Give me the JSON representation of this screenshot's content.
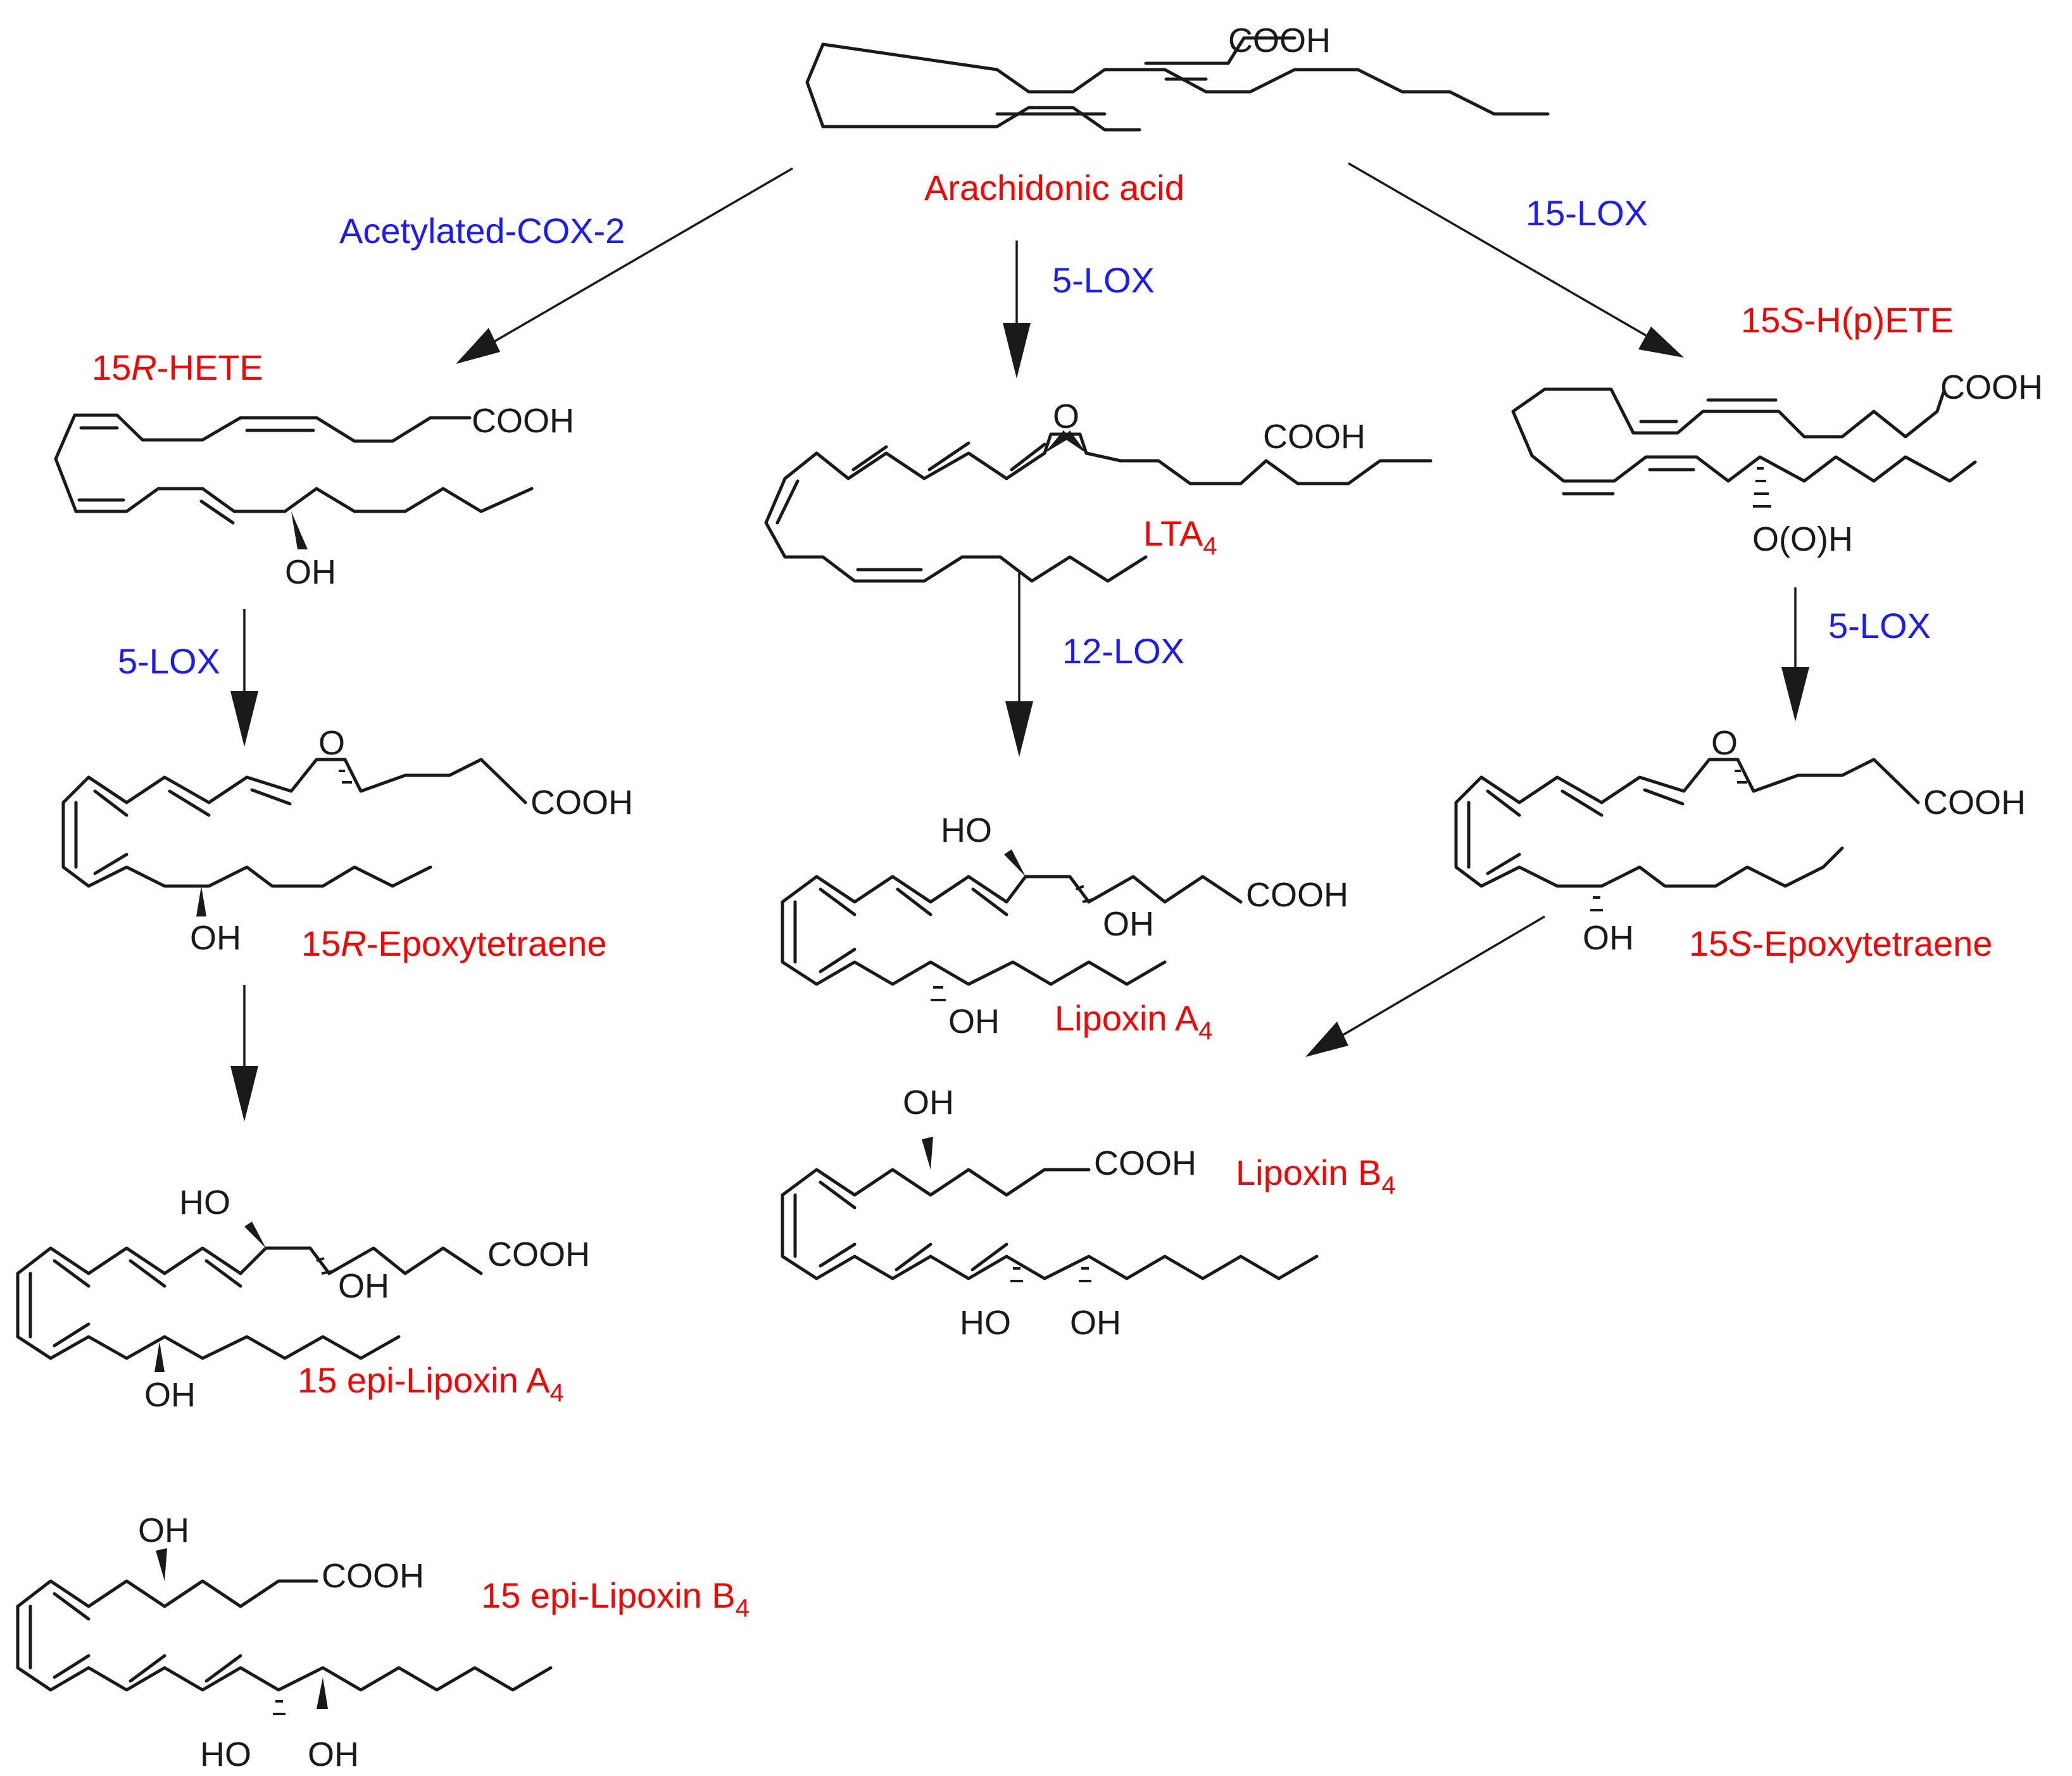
{
  "colors": {
    "compound": "#ff0000",
    "enzyme": "#1a1aff",
    "structure": "#1a1a1a"
  },
  "groups": {
    "cooh": "COOH",
    "oh": "OH",
    "ho": "HO",
    "o": "O",
    "ooh": "O(O)H"
  },
  "compounds": {
    "arachidonic_acid": {
      "label": "Arachidonic acid"
    },
    "hete15r": {
      "prefix": "15",
      "italic": "R",
      "suffix": "-HETE"
    },
    "lta4": {
      "main": "LTA",
      "sub": "4"
    },
    "hpete15s": {
      "prefix": "15",
      "italic": "S",
      "suffix": "-H(p)ETE"
    },
    "epoxytetraene15r": {
      "prefix": "15",
      "italic": "R",
      "suffix": "-Epoxytetraene"
    },
    "lipoxin_a4": {
      "main": "Lipoxin A",
      "sub": "4"
    },
    "epoxytetraene15s": {
      "prefix": "15",
      "italic": "S",
      "suffix": "-Epoxytetraene"
    },
    "epi_lipoxin_a4": {
      "main": "15 epi-Lipoxin A",
      "sub": "4"
    },
    "lipoxin_b4": {
      "main": "Lipoxin B",
      "sub": "4"
    },
    "epi_lipoxin_b4": {
      "main": "15 epi-Lipoxin B",
      "sub": "4"
    }
  },
  "enzymes": {
    "acetylated_cox2": "Acetylated-COX-2",
    "lox5_center": "5-LOX",
    "lox15": "15-LOX",
    "lox5_left": "5-LOX",
    "lox12": "12-LOX",
    "lox5_right": "5-LOX"
  }
}
